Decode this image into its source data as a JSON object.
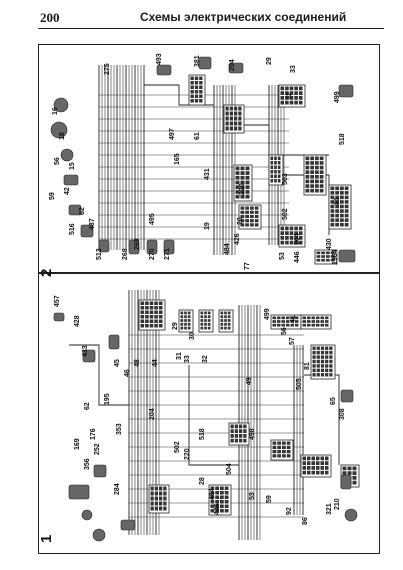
{
  "header": {
    "page_number": "200",
    "title": "Схемы электрических соединений"
  },
  "diagrams": [
    {
      "number": "2",
      "labels": [
        "275",
        "493",
        "381",
        "204",
        "29",
        "33",
        "32",
        "499",
        "518",
        "497",
        "61",
        "165",
        "431",
        "220",
        "20",
        "19",
        "503",
        "502",
        "81",
        "504",
        "430",
        "495",
        "484",
        "77",
        "426",
        "53",
        "446",
        "1964",
        "268",
        "269",
        "270",
        "271",
        "513",
        "516",
        "487",
        "42",
        "56",
        "59",
        "62",
        "15",
        "18",
        "16"
      ]
    },
    {
      "number": "1",
      "labels": [
        "457",
        "428",
        "433",
        "45",
        "46",
        "48",
        "44",
        "29",
        "31",
        "30",
        "33",
        "32",
        "499",
        "41",
        "57",
        "56",
        "518",
        "81",
        "49",
        "498",
        "505",
        "308",
        "65",
        "62",
        "195",
        "176",
        "169",
        "252",
        "356",
        "353",
        "204",
        "502",
        "220",
        "28",
        "484",
        "446",
        "504",
        "53",
        "59",
        "92",
        "86",
        "321",
        "210",
        "284"
      ]
    }
  ]
}
